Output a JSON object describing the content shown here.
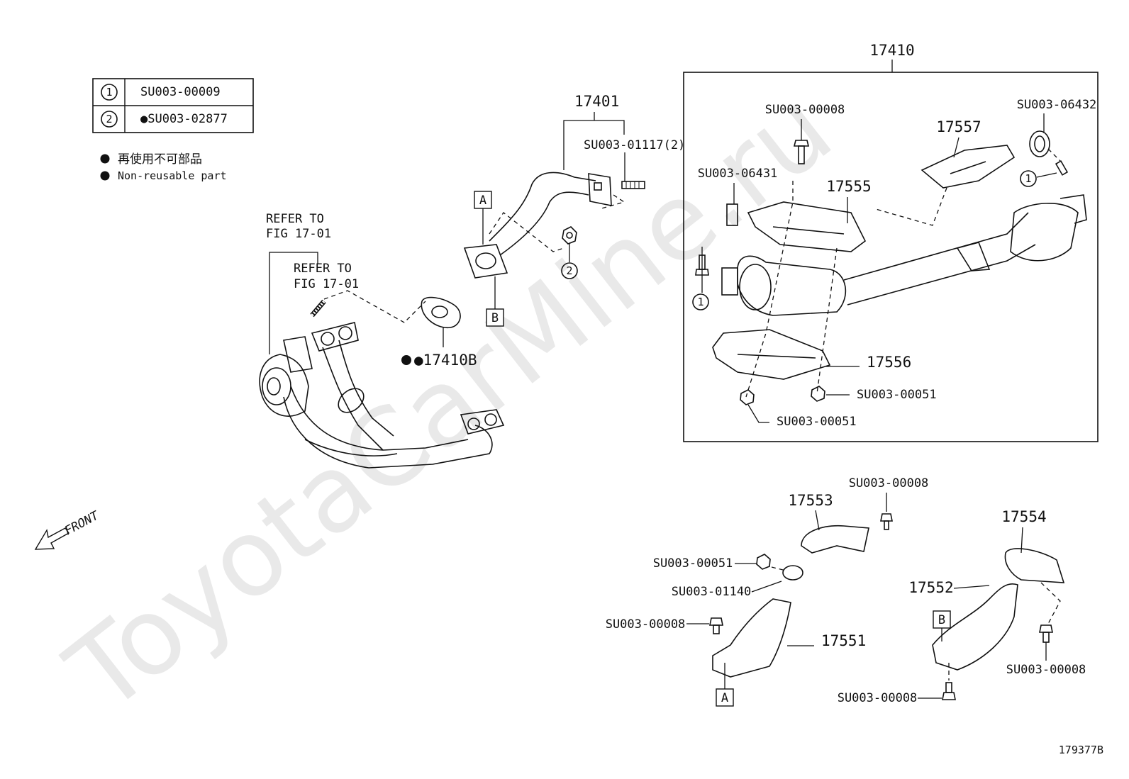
{
  "watermark": "ToyotaCarMine.ru",
  "legend_table": [
    {
      "num": "1",
      "code": "SU003-00009"
    },
    {
      "num": "2",
      "code": "●SU003-02877"
    }
  ],
  "legend_notes": {
    "jp": "再使用不可部品",
    "en": "Non-reusable part"
  },
  "refer_labels": {
    "a_line1": "REFER TO",
    "a_line2": "FIG 17-01",
    "b_line1": "REFER TO",
    "b_line2": "FIG 17-01"
  },
  "front_label": "FRONT",
  "figure_code": "179377B",
  "callouts": {
    "p17401": "17401",
    "p17401_stud": "SU003-01117(2)",
    "gasket": "●17410B",
    "box_a": "A",
    "box_b": "B",
    "circ1": "1",
    "circ2": "2",
    "p17410": "17410",
    "su00008_top": "SU003-00008",
    "su06432": "SU003-06432",
    "p17557": "17557",
    "su06431": "SU003-06431",
    "p17555": "17555",
    "p17556": "17556",
    "su00051_right": "SU003-00051",
    "su00051_bottom": "SU003-00051",
    "p17553": "17553",
    "su00008_17553": "SU003-00008",
    "su00051_17553": "SU003-00051",
    "su01140": "SU003-01140",
    "su00008_17551": "SU003-00008",
    "p17551": "17551",
    "p17554": "17554",
    "p17552": "17552",
    "su00008_17552": "SU003-00008",
    "su00008_17552b": "SU003-00008"
  }
}
